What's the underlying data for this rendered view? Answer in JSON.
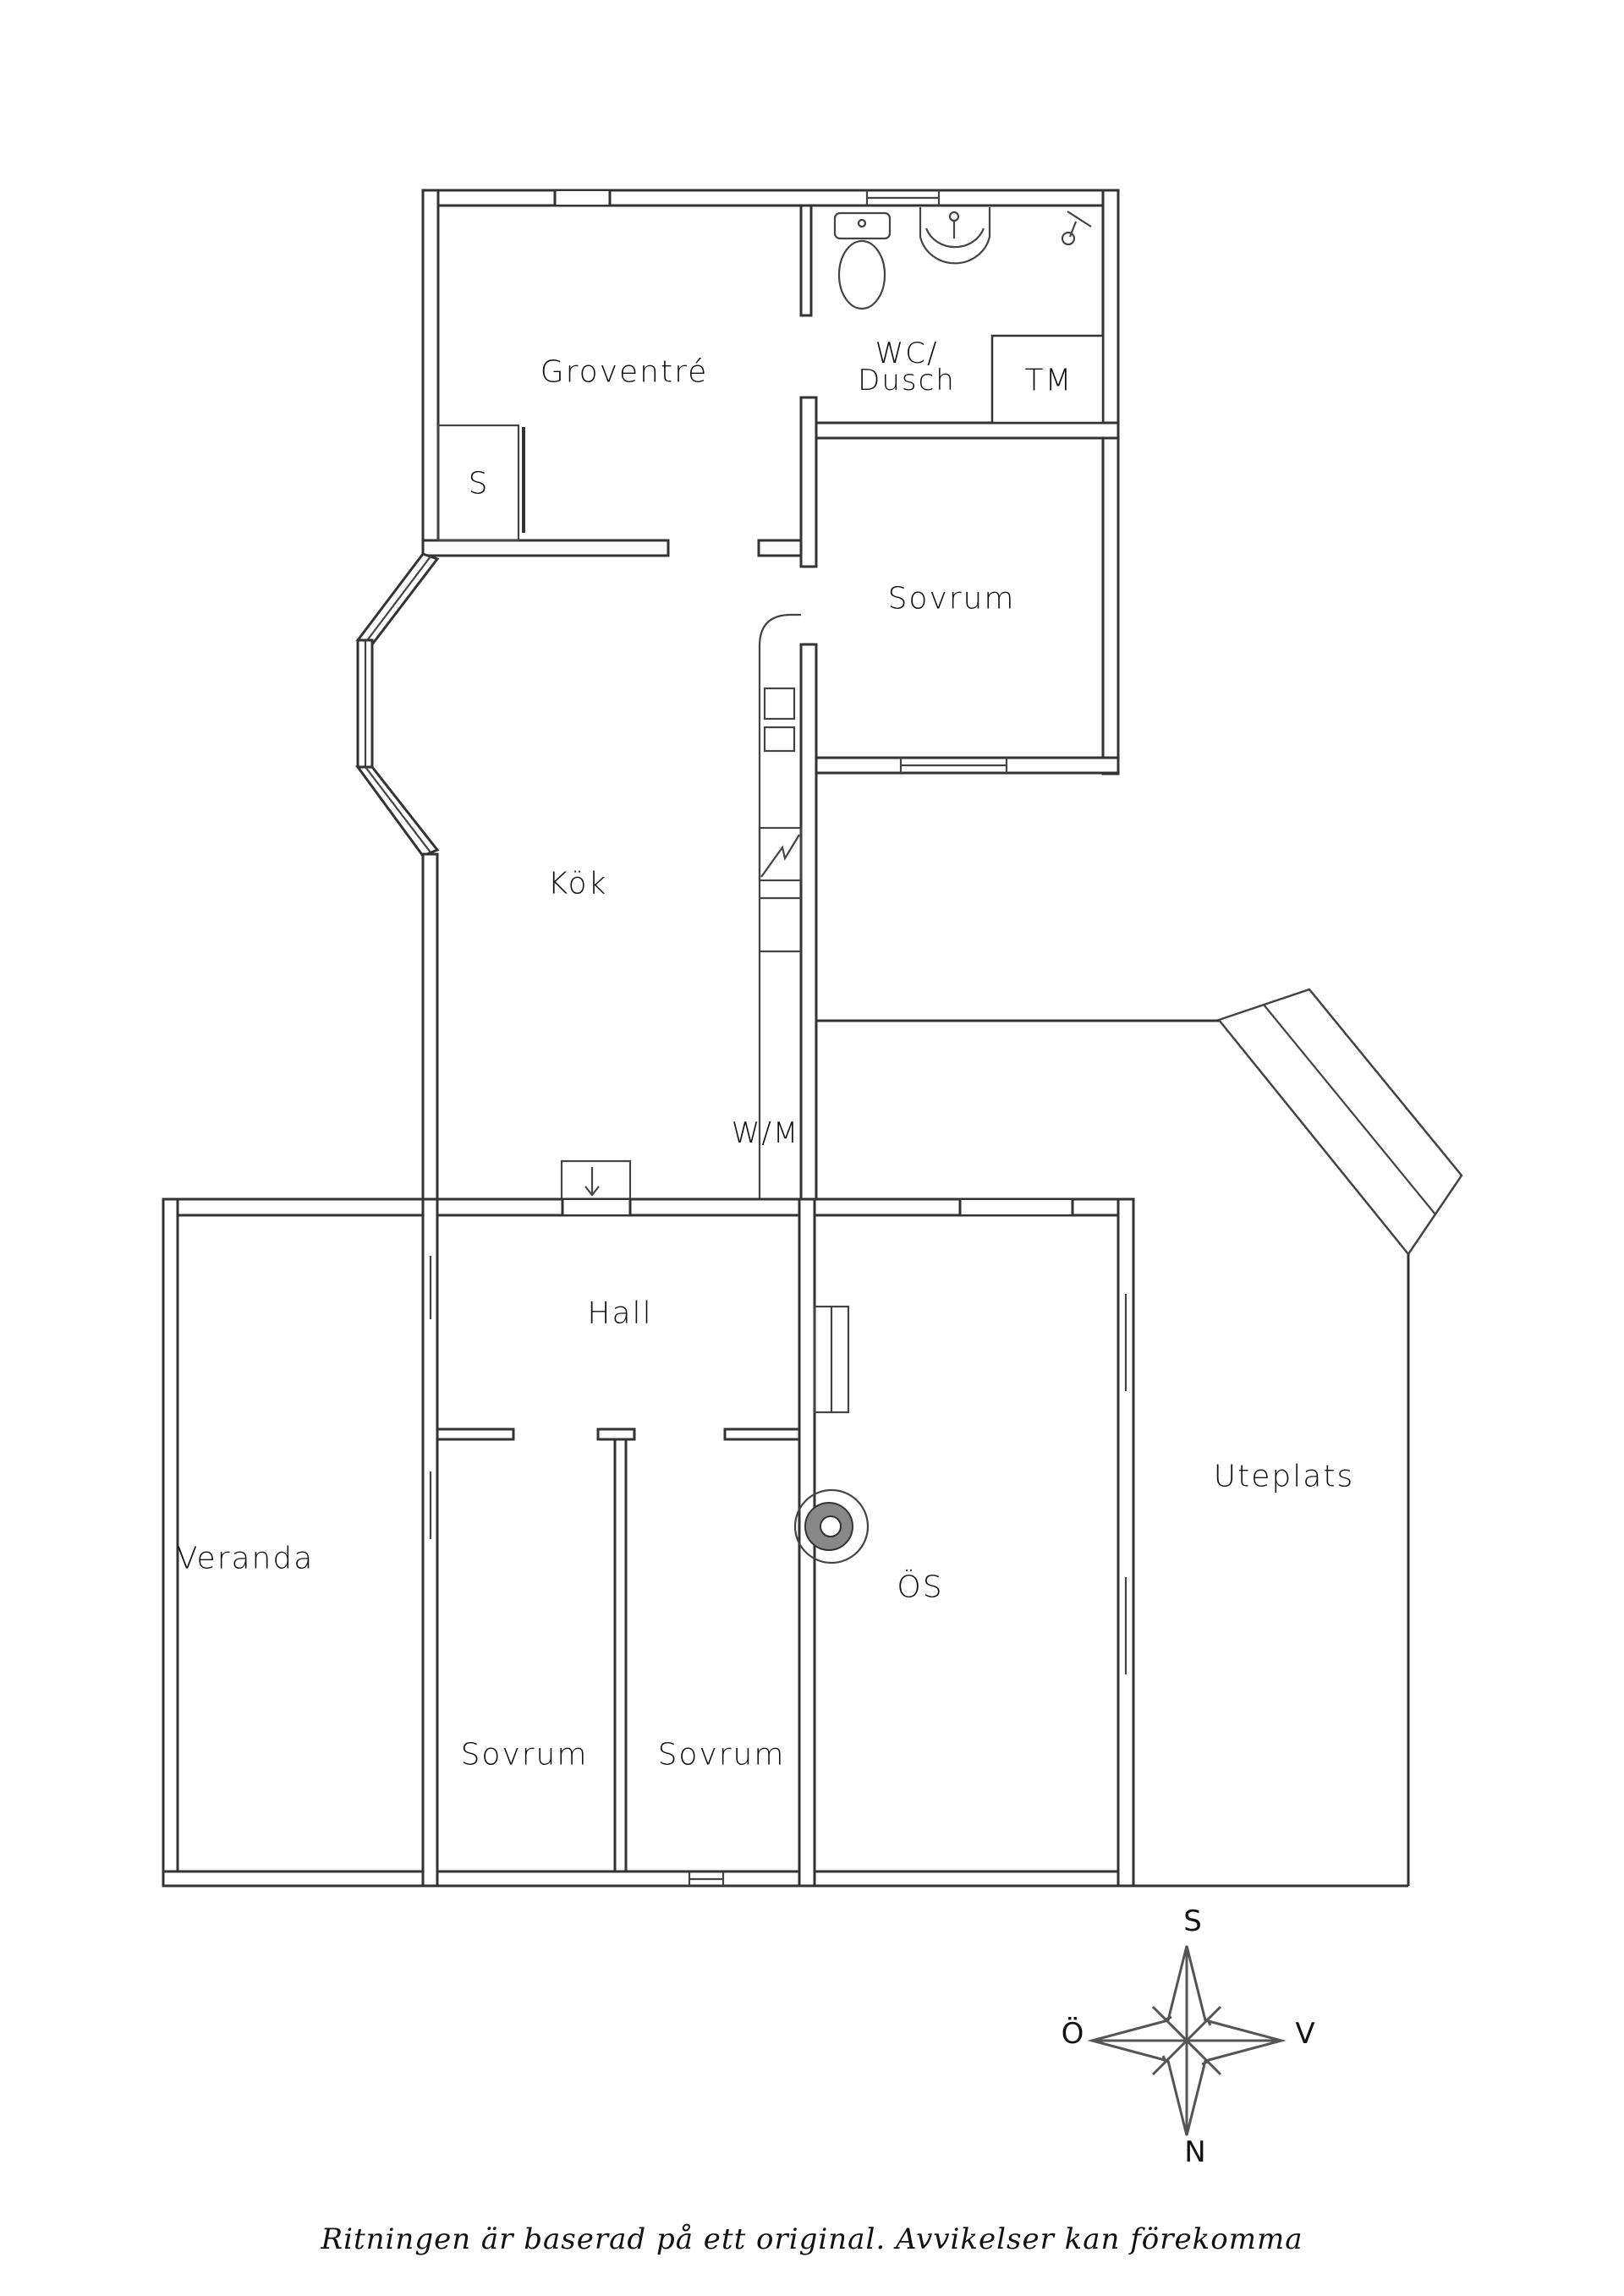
{
  "floor_plan": {
    "rooms": [
      {
        "id": "groventre",
        "label": "Groventré"
      },
      {
        "id": "wc-dusch",
        "label": "WC/\nDusch",
        "line1": "WC/",
        "line2": "Dusch"
      },
      {
        "id": "tm",
        "label": "TM"
      },
      {
        "id": "s-closet",
        "label": "S"
      },
      {
        "id": "sovrum-upper",
        "label": "Sovrum"
      },
      {
        "id": "kok",
        "label": "Kök"
      },
      {
        "id": "wm",
        "label": "W/M"
      },
      {
        "id": "hall",
        "label": "Hall"
      },
      {
        "id": "veranda",
        "label": "Veranda"
      },
      {
        "id": "sovrum-lower-left",
        "label": "Sovrum"
      },
      {
        "id": "sovrum-lower-right",
        "label": "Sovrum"
      },
      {
        "id": "os",
        "label": "ÖS"
      },
      {
        "id": "uteplats",
        "label": "Uteplats"
      }
    ],
    "compass": {
      "top": "S",
      "bottom": "N",
      "left": "Ö",
      "right": "V"
    },
    "caption": "Ritningen är baserad på ett original. Avvikelser kan förekomma"
  }
}
